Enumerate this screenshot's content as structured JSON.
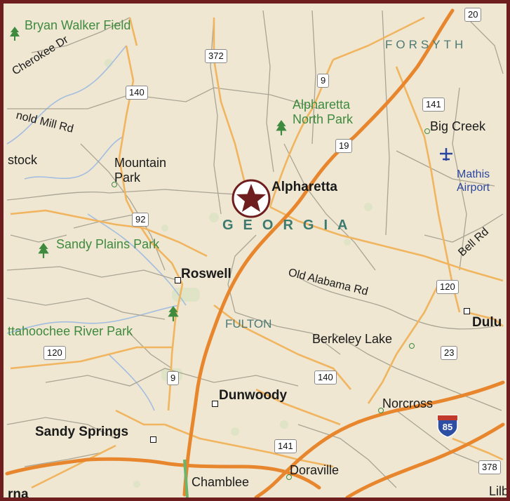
{
  "map": {
    "cities": [
      {
        "name": "Alpharetta",
        "key": "alpharetta"
      },
      {
        "name": "Roswell",
        "key": "roswell"
      },
      {
        "name": "Dunwoody",
        "key": "dunwoody"
      },
      {
        "name": "Sandy Springs",
        "key": "sandy-springs"
      }
    ],
    "towns": [
      {
        "name": "Mountain\nPark",
        "key": "mountain-park"
      },
      {
        "name": "Big Creek",
        "key": "big-creek"
      },
      {
        "name": "Berkeley Lake",
        "key": "berkeley-lake"
      },
      {
        "name": "Norcross",
        "key": "norcross"
      },
      {
        "name": "Doraville",
        "key": "doraville"
      },
      {
        "name": "Chamblee",
        "key": "chamblee"
      },
      {
        "name": "Dulu",
        "key": "dulu"
      },
      {
        "name": "stock",
        "key": "stock"
      },
      {
        "name": "rna",
        "key": "rna"
      },
      {
        "name": "Lilb",
        "key": "lilb"
      }
    ],
    "parks": [
      {
        "name": "Bryan Walker Field",
        "key": "bryan-walker-field"
      },
      {
        "name": "Alpharetta\nNorth Park",
        "key": "alpharetta-north-park"
      },
      {
        "name": "Sandy Plains Park",
        "key": "sandy-plains-park"
      },
      {
        "name": "ttahoochee River Park",
        "key": "chattahoochee-river-park"
      }
    ],
    "counties": {
      "forsyth": "FORSYTH",
      "fulton": "FULTON"
    },
    "state": "GEORGIA",
    "airport": "Mathis Airport",
    "streets": {
      "cherokee": "Cherokee Dr",
      "arnold_mill": "nold Mill Rd",
      "old_alabama": "Old Alabama Rd",
      "bell": "Bell Rd"
    },
    "routes": [
      "20",
      "372",
      "140",
      "9",
      "141",
      "19",
      "92",
      "120",
      "23",
      "9",
      "140",
      "141",
      "378",
      "120",
      "85"
    ],
    "colors": {
      "land": "#efe7d2",
      "major_road": "#e8862d",
      "road": "#f1b45f",
      "minor_road": "#a9a493",
      "frame": "#6e1e1e",
      "marker": "#6e1e1e"
    }
  }
}
